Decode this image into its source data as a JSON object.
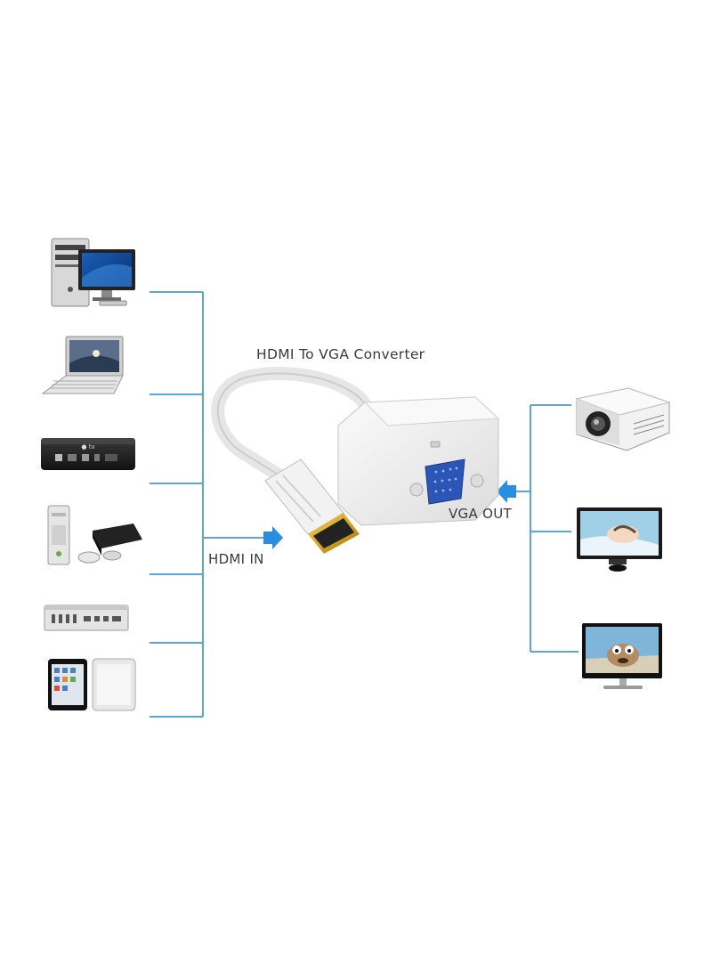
{
  "title": "HDMI To VGA Converter",
  "input_label": "HDMI IN",
  "output_label": "VGA OUT",
  "colors": {
    "connector_line": "#5aa6dc",
    "arrow": "#2a8ee0",
    "adapter_body": "#f0f0f0",
    "vga_port": "#2c55b8",
    "hdmi_plug": "#d8a520"
  },
  "input_devices": [
    {
      "icon": "desktop-computer-icon"
    },
    {
      "icon": "laptop-icon"
    },
    {
      "icon": "set-top-box-icon"
    },
    {
      "icon": "game-console-icon"
    },
    {
      "icon": "blu-ray-player-icon"
    },
    {
      "icon": "tablet-icon"
    }
  ],
  "output_devices": [
    {
      "icon": "projector-icon"
    },
    {
      "icon": "monitor-icon"
    },
    {
      "icon": "tv-icon"
    }
  ]
}
